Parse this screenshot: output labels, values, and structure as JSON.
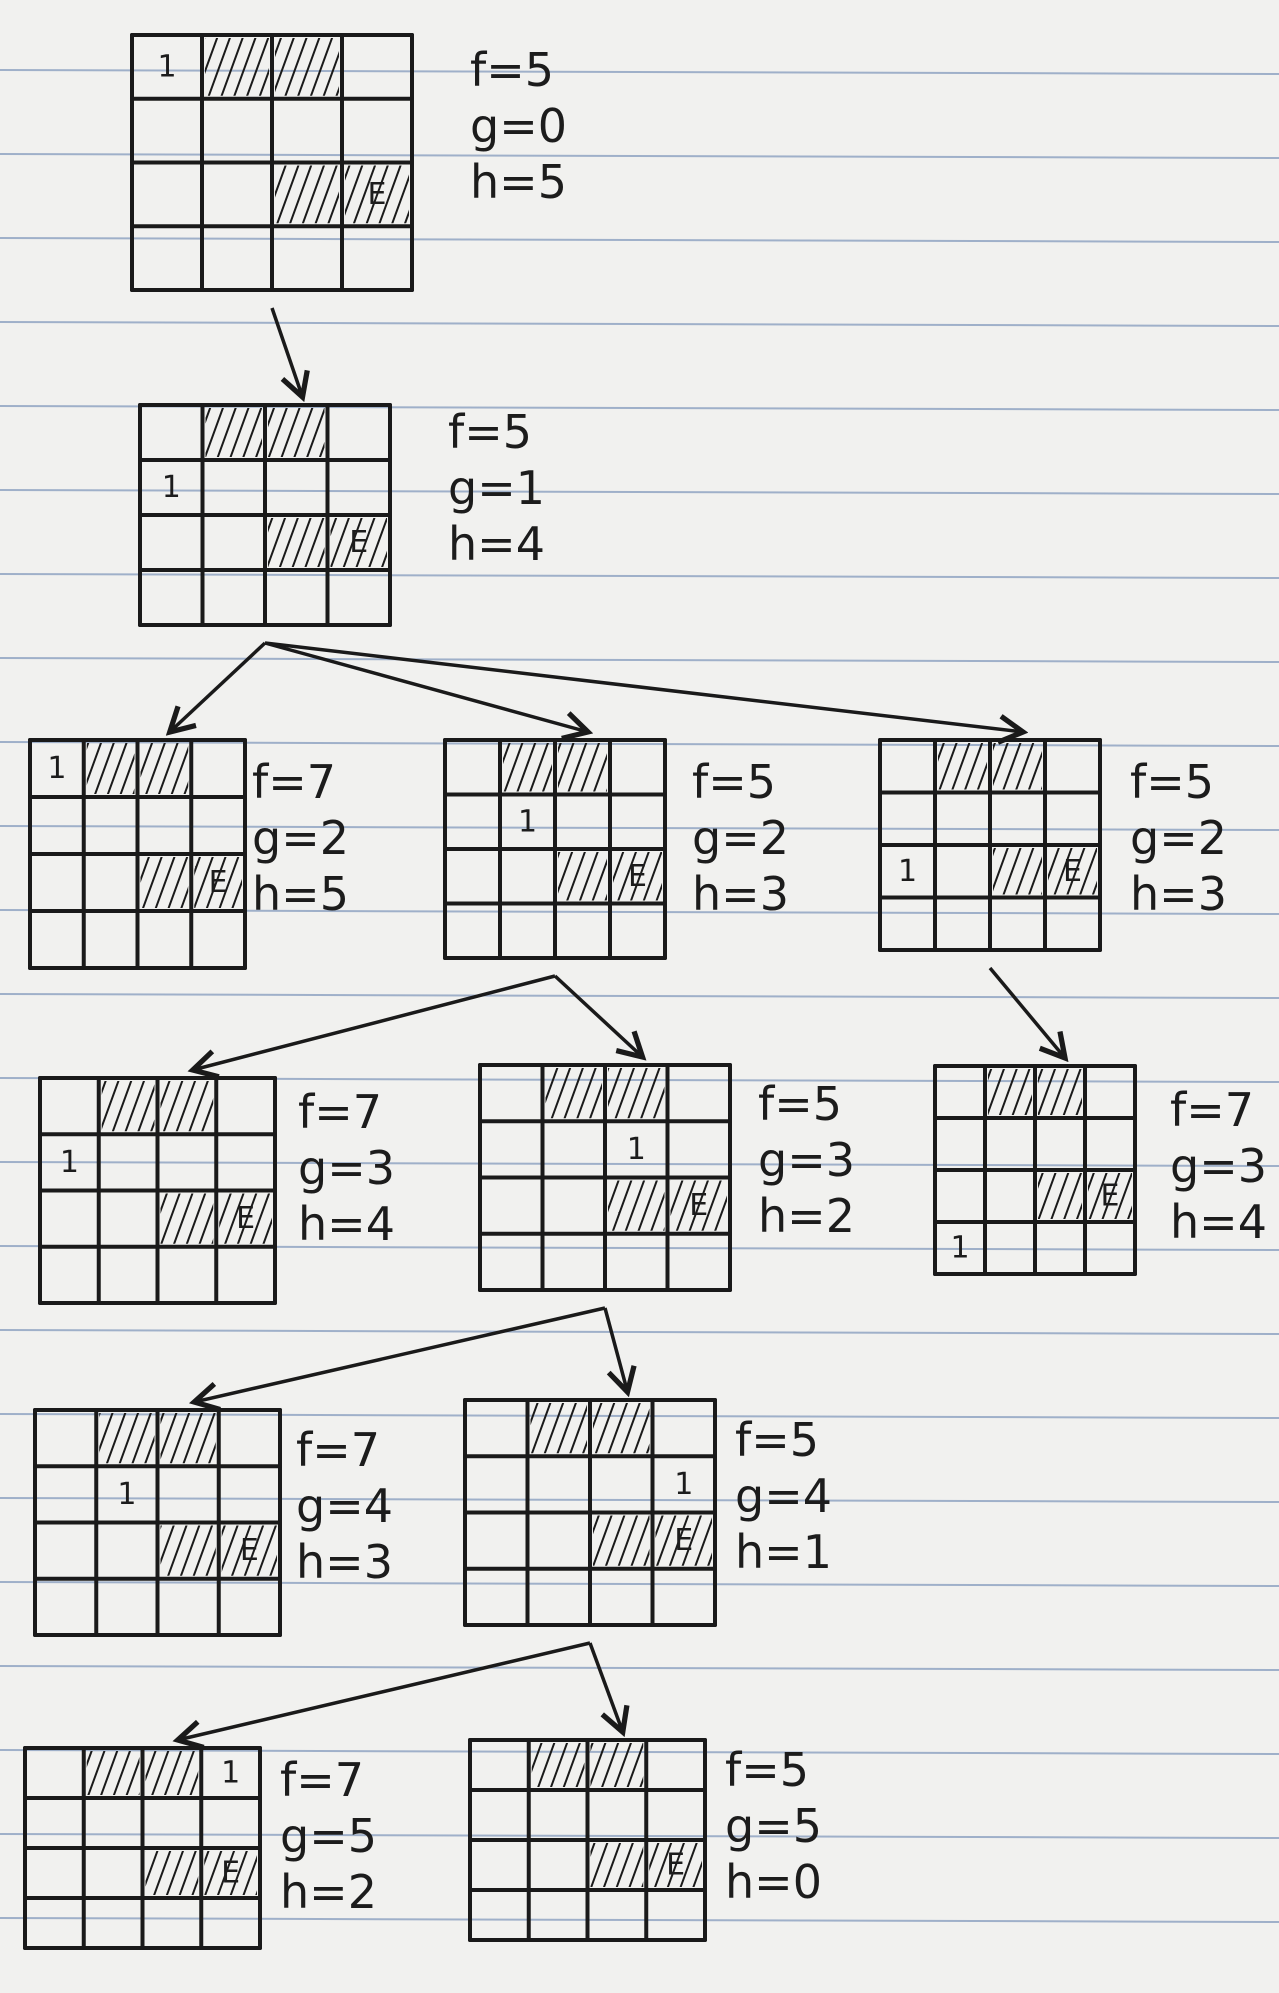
{
  "page": {
    "ruling_color": "#9fb0c9",
    "ink_color": "#1a1a1a"
  },
  "grid": {
    "rows": 4,
    "cols": 4,
    "walls": [
      [
        0,
        1
      ],
      [
        0,
        2
      ],
      [
        2,
        2
      ],
      [
        2,
        3
      ]
    ],
    "goal_label": "E"
  },
  "nodes": [
    {
      "id": "n0",
      "start_label": "1",
      "position": [
        0,
        0
      ],
      "f": "f=5",
      "g": "g=0",
      "h": "h=5"
    },
    {
      "id": "n1",
      "start_label": "1",
      "position": [
        1,
        0
      ],
      "f": "f=5",
      "g": "g=1",
      "h": "h=4"
    },
    {
      "id": "n2a",
      "start_label": "1",
      "position": [
        0,
        0
      ],
      "f": "f=7",
      "g": "g=2",
      "h": "h=5"
    },
    {
      "id": "n2b",
      "start_label": "1",
      "position": [
        1,
        1
      ],
      "f": "f=5",
      "g": "g=2",
      "h": "h=3"
    },
    {
      "id": "n2c",
      "start_label": "1",
      "position": [
        2,
        0
      ],
      "f": "f=5",
      "g": "g=2",
      "h": "h=3"
    },
    {
      "id": "n3a",
      "start_label": "1",
      "position": [
        1,
        0
      ],
      "f": "f=7",
      "g": "g=3",
      "h": "h=4"
    },
    {
      "id": "n3b",
      "start_label": "1",
      "position": [
        1,
        2
      ],
      "f": "f=5",
      "g": "g=3",
      "h": "h=2"
    },
    {
      "id": "n3c",
      "start_label": "1",
      "position": [
        3,
        0
      ],
      "f": "f=7",
      "g": "g=3",
      "h": "h=4"
    },
    {
      "id": "n4a",
      "start_label": "1",
      "position": [
        1,
        1
      ],
      "f": "f=7",
      "g": "g=4",
      "h": "h=3"
    },
    {
      "id": "n4b",
      "start_label": "1",
      "position": [
        1,
        3
      ],
      "f": "f=5",
      "g": "g=4",
      "h": "h=1"
    },
    {
      "id": "n5a",
      "start_label": "1",
      "position": [
        0,
        3
      ],
      "f": "f=7",
      "g": "g=5",
      "h": "h=2"
    },
    {
      "id": "n5b",
      "start_label": "",
      "position": [
        2,
        3
      ],
      "f": "f=5",
      "g": "g=5",
      "h": "h=0"
    }
  ],
  "edges": [
    [
      "n0",
      "n1"
    ],
    [
      "n1",
      "n2a"
    ],
    [
      "n1",
      "n2b"
    ],
    [
      "n1",
      "n2c"
    ],
    [
      "n2b",
      "n3a"
    ],
    [
      "n2b",
      "n3b"
    ],
    [
      "n2c",
      "n3c"
    ],
    [
      "n3b",
      "n4a"
    ],
    [
      "n3b",
      "n4b"
    ],
    [
      "n4b",
      "n5a"
    ],
    [
      "n4b",
      "n5b"
    ]
  ]
}
